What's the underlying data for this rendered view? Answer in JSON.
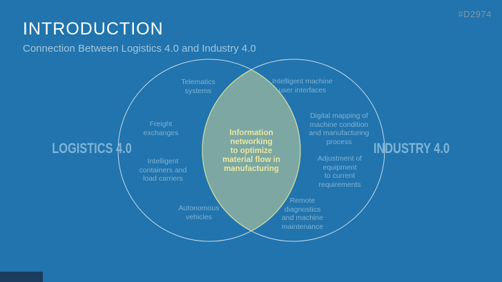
{
  "slide": {
    "title": "INTRODUCTION",
    "subtitle": "Connection Between Logistics 4.0 and Industry 4.0",
    "product_code": "#D2974",
    "colors": {
      "background": "#2174ad",
      "title_text": "#ffffff",
      "subtitle_text": "#a3c6de",
      "product_code_text": "#8795a2",
      "circle_label_text": "#7fb4d8",
      "item_text": "#82b2d3",
      "circle_stroke": "#ffffff",
      "lens_fill": "#7ca7a2",
      "lens_stroke": "#ccd9a2",
      "lens_text": "#eae8a0",
      "logo_block": "#1c3d5e"
    }
  },
  "venn": {
    "left_label": "LOGISTICS 4.0",
    "right_label": "INDUSTRY 4.0",
    "center_text": "Information\nnetworking\nto optimize\nmaterial flow in\nmanufacturing",
    "items": {
      "telematics": "Telematics\nsystems",
      "freight": "Freight\nexchanges",
      "containers": "Intelligent\ncontainers and\nload carriers",
      "autonomous": "Autonomous\nvehicles",
      "interfaces": "Intelligent machine\nuser interfaces",
      "mapping": "Digital mapping of\nmachine condition\nand manufacturing\nprocess",
      "adjustment": "Adjustment of\nequipment\nto current\nrequirements",
      "remote": "Remote\ndiagnostics\nand machine\nmaintenance"
    }
  }
}
